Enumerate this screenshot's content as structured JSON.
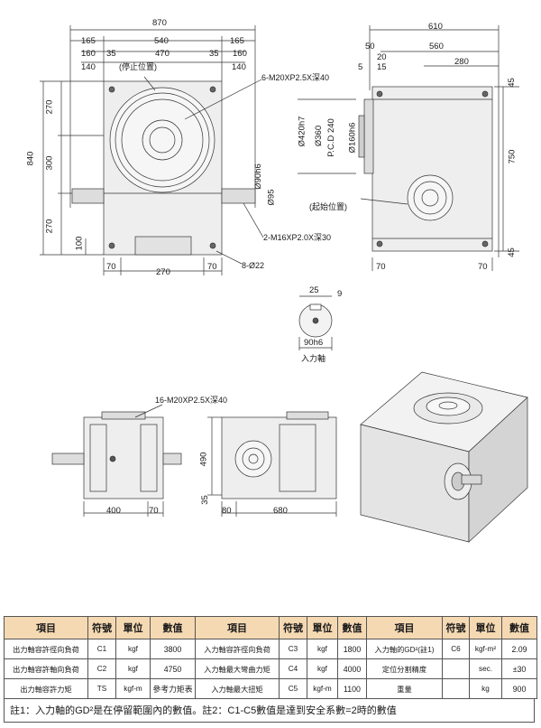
{
  "drawing": {
    "front": {
      "overall_width": "870",
      "left_offset": "165",
      "center_span": "540",
      "right_offset": "165",
      "inner_left": "160",
      "inner_left_small": "35",
      "bolt_span": "470",
      "inner_right_small": "35",
      "inner_right": "160",
      "shaft_left": "140",
      "shaft_right": "140",
      "stop_position": "(停止位置)",
      "top_tap_note": "6-M20XP2.5X深40",
      "overall_height": "840",
      "height_top": "270",
      "height_mid": "300",
      "height_bottom": "270",
      "foot_height": "100",
      "shaft_dia": "Ø90h6",
      "shaft_key": "Ø95",
      "side_tap_note": "2-M16XP2.0X深30",
      "hole_note": "8-Ø22",
      "foot_left": "70",
      "foot_span": "270",
      "foot_right": "70"
    },
    "side": {
      "overall_depth": "610",
      "flange_offset": "50",
      "main_depth": "560",
      "small_a": "20",
      "small_b": "15",
      "small_c": "5",
      "center_offset": "280",
      "pilot_dia": "Ø420h7",
      "bolt_circle": "Ø360",
      "pcd_label": "P.C.D 240",
      "bore_dia": "Ø160h6",
      "overall_height": "750",
      "top_margin": "45",
      "bottom_margin": "45",
      "start_position": "(起始位置)",
      "foot_left": "70",
      "foot_right": "70"
    },
    "shaft_detail": {
      "key_width": "25",
      "key_depth": "9",
      "diameter": "90h6",
      "caption": "入力軸"
    },
    "bottom_views": {
      "tap_note": "16-M20XP2.5X深40",
      "base_width": "400",
      "base_margin": "70",
      "height_490": "490",
      "height_35": "35",
      "left_margin": "80",
      "length_680": "680"
    }
  },
  "spec_table": {
    "headers": [
      "項目",
      "符號",
      "單位",
      "數值",
      "項目",
      "符號",
      "單位",
      "數值",
      "項目",
      "符號",
      "單位",
      "數值"
    ],
    "rows": [
      [
        "出力軸容許徑向負荷",
        "C1",
        "kgf",
        "3800",
        "入力軸容許徑向負荷",
        "C3",
        "kgf",
        "1800",
        "入力軸的GD²(註1)",
        "C6",
        "kgf-m²",
        "2.09"
      ],
      [
        "出力軸容許軸向負荷",
        "C2",
        "kgf",
        "4750",
        "入力軸最大彎曲力矩",
        "C4",
        "kgf",
        "4000",
        "定位分割精度",
        "",
        "sec.",
        "±30"
      ],
      [
        "出力軸容許力矩",
        "TS",
        "kgf-m",
        "參考力矩表",
        "入力軸最大扭矩",
        "C5",
        "kgf-m",
        "1100",
        "重量",
        "",
        "kg",
        "900"
      ]
    ],
    "footnote": "註1：入力軸的GD²是在停留範圍內的數值。註2：C1-C5數值是達到安全系數=2時的數值",
    "header_bg": "#f5d9b3"
  }
}
